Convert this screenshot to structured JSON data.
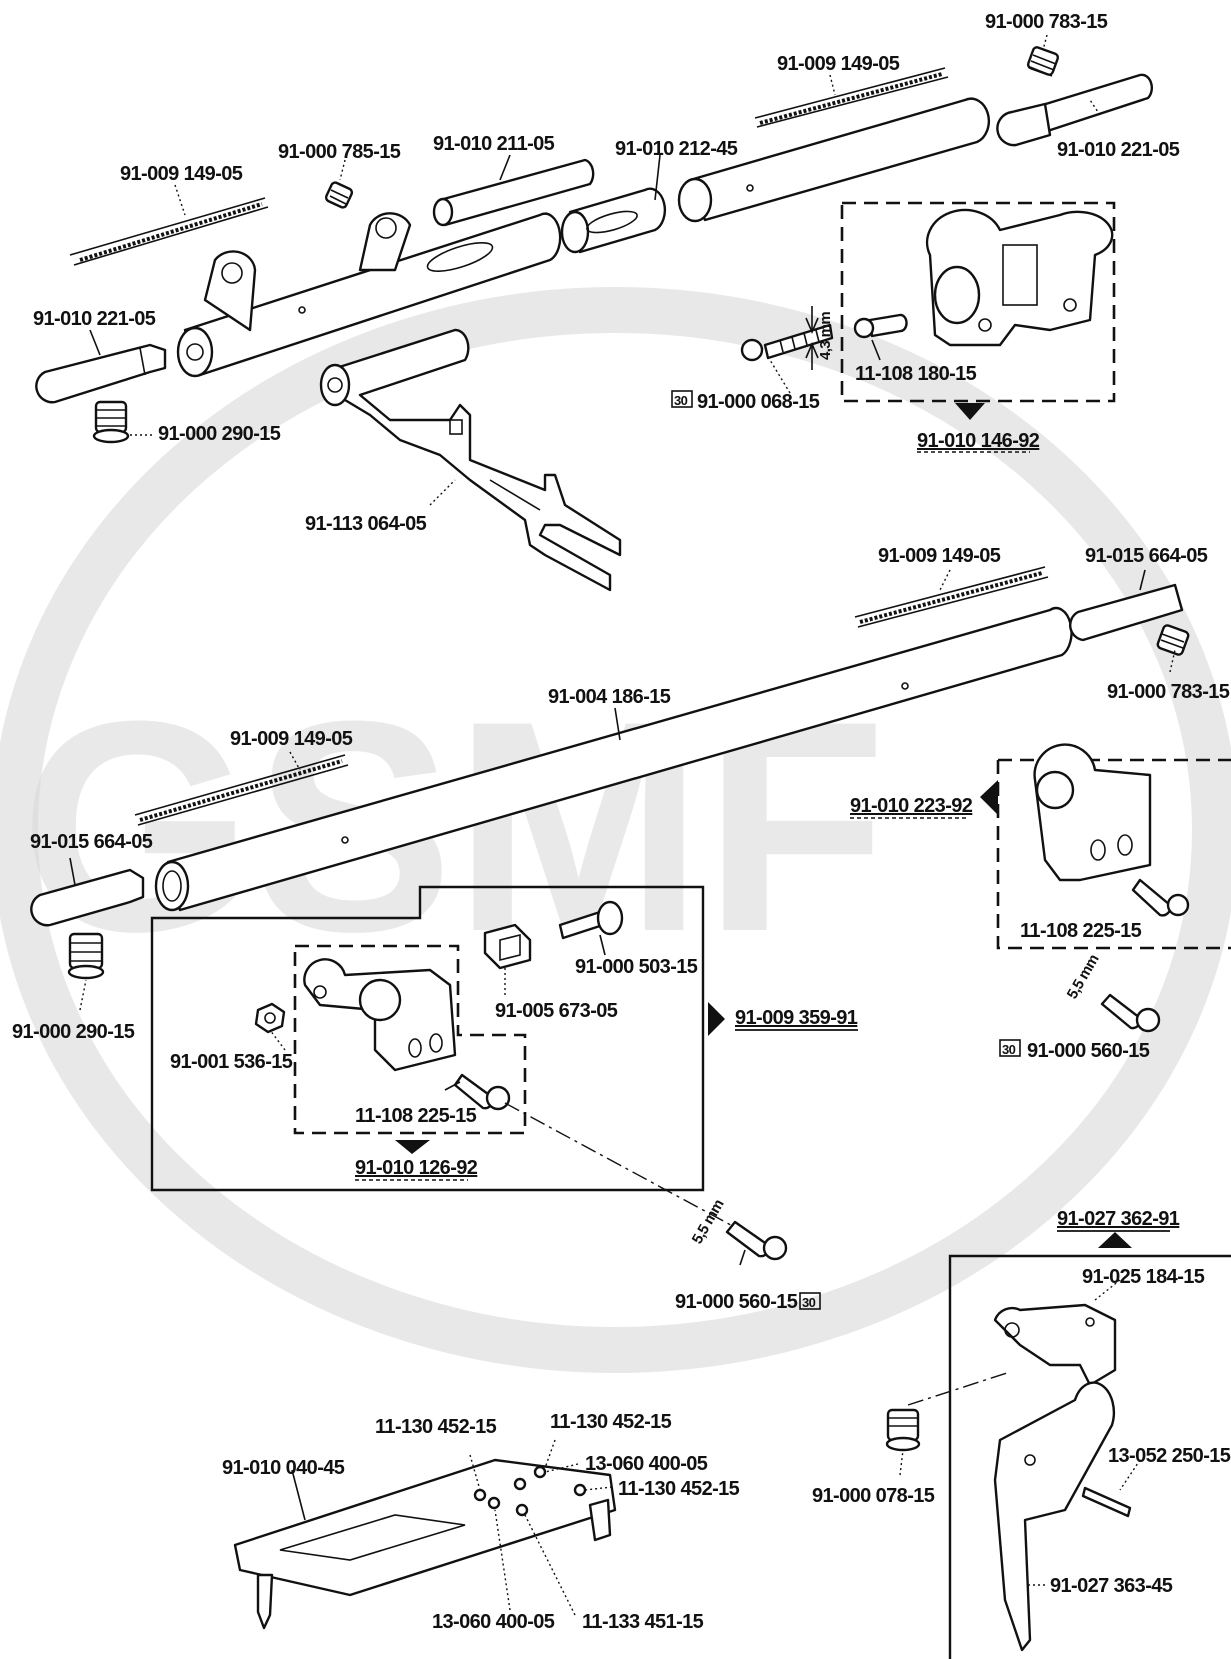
{
  "watermark": {
    "text": "GSMF"
  },
  "labels": {
    "p_783_top": "91-000 783-15",
    "p_149_top": "91-009 149-05",
    "p_221_right": "91-010 221-05",
    "p_785": "91-000 785-15",
    "p_211": "91-010 211-05",
    "p_212": "91-010 212-45",
    "p_149_left": "91-009 149-05",
    "p_221_left": "91-010 221-05",
    "p_290_top": "91-000 290-15",
    "p_064": "91-113 064-05",
    "p_068": "91-000 068-15",
    "p_180": "11-108 180-15",
    "asm_146": "91-010 146-92",
    "dim_43": "4,3 mm",
    "p_149_mid": "91-009 149-05",
    "p_664_right": "91-015 664-05",
    "p_783_right": "91-000 783-15",
    "p_186": "91-004 186-15",
    "p_149_low": "91-009 149-05",
    "p_664_left": "91-015 664-05",
    "p_290_low": "91-000 290-15",
    "asm_223": "91-010 223-92",
    "p_225_right": "11-108 225-15",
    "dim_55_right": "5,5 mm",
    "p_560_right": "91-000 560-15",
    "p_503": "91-000 503-15",
    "p_673": "91-005 673-05",
    "asm_359": "91-009 359-91",
    "p_536": "91-001 536-15",
    "p_225_mid": "11-108 225-15",
    "asm_126": "91-010 126-92",
    "dim_55_mid": "5,5 mm",
    "p_560_mid": "91-000 560-15",
    "asm_362": "91-027 362-91",
    "p_184": "91-025 184-15",
    "p_250": "13-052 250-15",
    "p_078": "91-000 078-15",
    "p_363": "91-027 363-45",
    "p_452_a": "11-130 452-15",
    "p_452_b": "11-130 452-15",
    "p_400_a": "13-060 400-05",
    "p_452_c": "11-130 452-15",
    "p_040": "91-010 040-45",
    "p_400_b": "13-060 400-05",
    "p_451": "11-133 451-15",
    "badge_30": "30"
  }
}
